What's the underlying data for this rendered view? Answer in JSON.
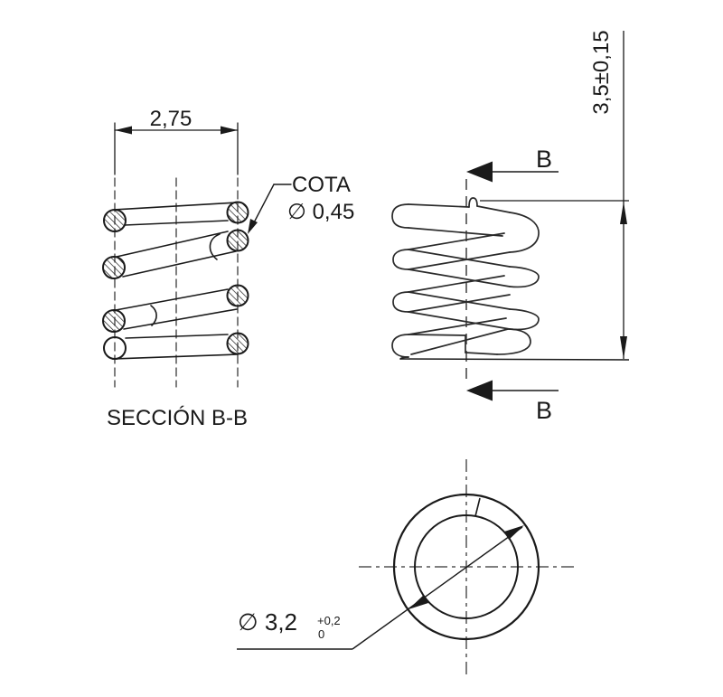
{
  "drawing": {
    "type": "technical-drawing-compression-spring",
    "background_color": "#ffffff",
    "line_color": "#1a1a1a",
    "centerline_color": "#555555",
    "section_view": {
      "label": "SECCIÓN B-B",
      "width_dimension": "2,75",
      "leader_title": "COTA",
      "leader_value": "∅ 0,45"
    },
    "side_view": {
      "height_dimension": "3,5±0,15",
      "cut_arrow_label_top": "B",
      "cut_arrow_label_bottom": "B"
    },
    "top_view": {
      "outer_diameter": "∅ 3,2",
      "tolerance_upper": "+0,2",
      "tolerance_lower": "0"
    }
  }
}
